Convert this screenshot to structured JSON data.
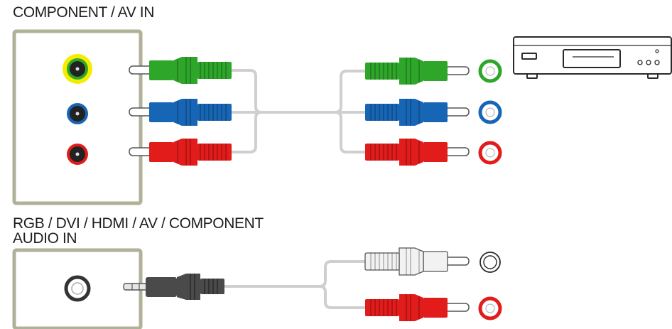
{
  "titles": {
    "component_av_in": "COMPONENT / AV IN",
    "audio_in_line1": "RGB / DVI / HDMI / AV / COMPONENT",
    "audio_in_line2": "AUDIO IN"
  },
  "colors": {
    "panel_border": "#b1b098",
    "green": "#2ea62a",
    "blue": "#1765b5",
    "red": "#e21b1b",
    "white_plug": "#f2f2f2",
    "black_plug": "#4a4a4a",
    "jack_highlight": "#f5ec00",
    "cable": "#cfcfcf"
  },
  "icons": [
    "dvd-player-icon",
    "rca-plug-icon",
    "stereo-mini-plug-icon",
    "rca-jack-icon"
  ]
}
